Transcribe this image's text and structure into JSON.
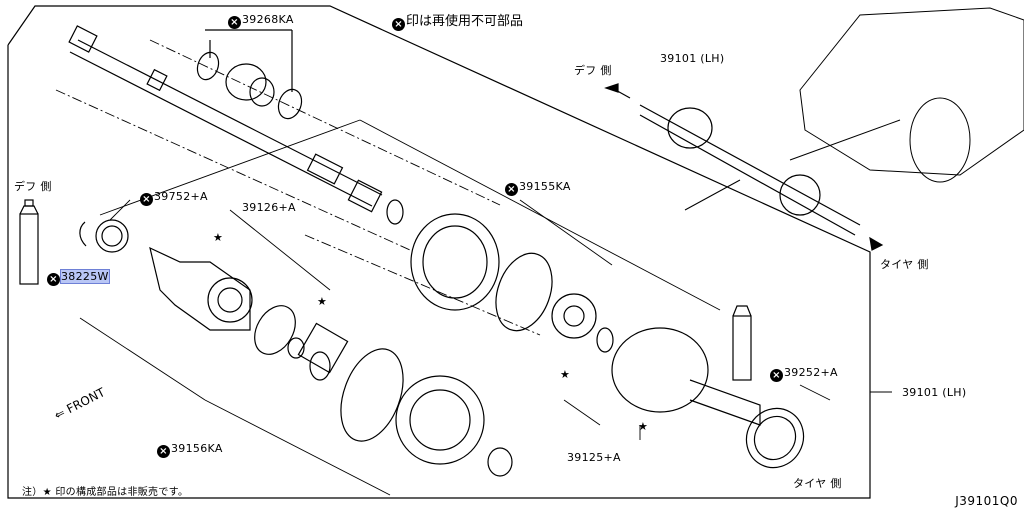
{
  "header": {
    "note": "印は再使用不可部品"
  },
  "footer": {
    "note": "注）★ 印の構成部品は非販売です。",
    "diagram_code": "J39101Q0"
  },
  "labels": {
    "boot_kit_top": "39268KA",
    "snap_ring": "39752+A",
    "inner_joint": "39126+A",
    "boot_kit_inner": "39155KA",
    "grease": "38225W",
    "boot_kit_bottom": "39156KA",
    "outer_joint": "39125+A",
    "seal_ring": "39252+A",
    "shaft_assembly": "39101 (LH)",
    "inset_shaft": "39101 (LH)",
    "def_side_left": "デフ 側",
    "def_side_inset": "デフ 側",
    "tire_side_inset": "タイヤ 側",
    "tire_side_bottom": "タイヤ 側",
    "front": "FRONT"
  },
  "colors": {
    "line": "#000000",
    "highlight": "#b9c6f5",
    "background": "#ffffff"
  }
}
